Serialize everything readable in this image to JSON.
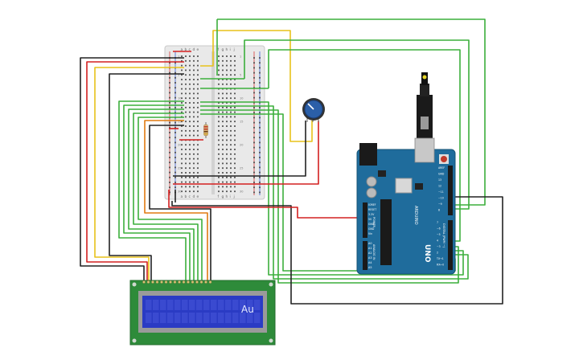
{
  "lcd": {
    "text": "Au",
    "pin_count": 16
  },
  "arduino": {
    "board_name": "UNO",
    "brand": "ARDUINO",
    "header_power": "POWER",
    "header_analog": "ANALOG IN",
    "header_digital": "DIGITAL (PWM ~)",
    "pin_labels_power": [
      "IOREF",
      "RESET",
      "3.3V",
      "5V",
      "GND",
      "GND",
      "Vin"
    ],
    "pin_labels_analog": [
      "A0",
      "A1",
      "A2",
      "A3",
      "A4",
      "A5"
    ],
    "pin_labels_top": [
      "AREF",
      "GND",
      "13",
      "12",
      "~11",
      "~10",
      "~9",
      "8"
    ],
    "pin_labels_bottom": [
      "7",
      "~6",
      "~5",
      "4",
      "~3",
      "2",
      "TX→1",
      "RX←0"
    ]
  },
  "breadboard": {
    "column_letters_left": [
      "a",
      "b",
      "c",
      "d",
      "e"
    ],
    "column_letters_right": [
      "f",
      "g",
      "h",
      "i",
      "j"
    ],
    "row_numbers": [
      "1",
      "5",
      "10",
      "15",
      "20",
      "25",
      "30"
    ]
  },
  "colors": {
    "wire_green": "#3caf3c",
    "wire_black": "#222222",
    "wire_red": "#d42020",
    "wire_yellow": "#e8c21a",
    "wire_orange": "#e07a10",
    "arduino_blue": "#1f6c9c",
    "lcd_green": "#2e8b3a",
    "lcd_screen": "#2a3bc4",
    "breadboard": "#e6e6e6",
    "pot_blue": "#2b5fa8"
  }
}
